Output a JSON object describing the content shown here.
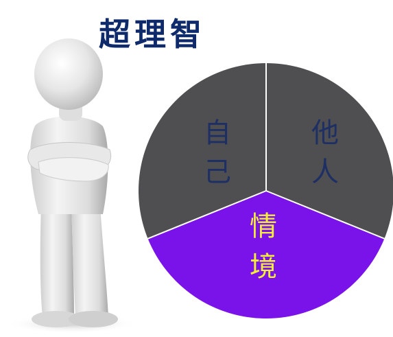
{
  "title": "超理智",
  "colors": {
    "title": "#0e2a6b",
    "sector_dark": "#4f4f51",
    "sector_accent": "#7a12ea",
    "label_dark": "#1e2f63",
    "label_accent": "#f3ee3a",
    "divider": "#ffffff"
  },
  "sectors": [
    {
      "chars": [
        "自",
        "己"
      ],
      "color_key": "sector_dark",
      "label_color_key": "label_dark"
    },
    {
      "chars": [
        "他",
        "人"
      ],
      "color_key": "sector_dark",
      "label_color_key": "label_dark"
    },
    {
      "chars": [
        "情",
        "境"
      ],
      "color_key": "sector_accent",
      "label_color_key": "label_accent"
    }
  ],
  "figure": {
    "icon": "standing-person-arms-crossed-icon"
  }
}
